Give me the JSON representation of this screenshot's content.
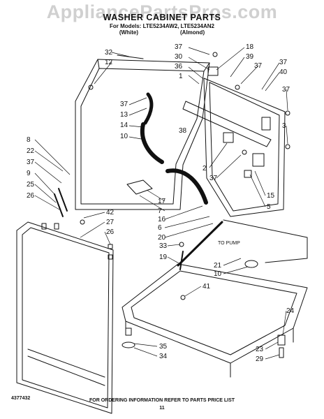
{
  "watermark": "AppliancePartsPros.com",
  "header": {
    "title": "WASHER CABINET PARTS",
    "models_line": "For Models: LTE5234AW2, LTE5234AN2",
    "variant_white": "(White)",
    "variant_almond": "(Almond)"
  },
  "callouts": [
    "32",
    "12",
    "37",
    "13",
    "14",
    "10",
    "8",
    "22",
    "37",
    "9",
    "25",
    "26",
    "42",
    "27",
    "26",
    "37",
    "30",
    "36",
    "1",
    "38",
    "18",
    "39",
    "37",
    "37",
    "40",
    "37",
    "3",
    "2",
    "37",
    "15",
    "5",
    "17",
    "7",
    "16",
    "6",
    "20",
    "33",
    "19",
    "21",
    "10",
    "41",
    "24",
    "35",
    "34",
    "23",
    "29"
  ],
  "labels": {
    "to_pump": "TO PUMP"
  },
  "footer": {
    "part_number": "4377432",
    "note": "FOR ORDERING INFORMATION REFER TO PARTS PRICE LIST",
    "page": "11"
  },
  "colors": {
    "ink": "#111111",
    "watermark": "#aaaaaa"
  }
}
